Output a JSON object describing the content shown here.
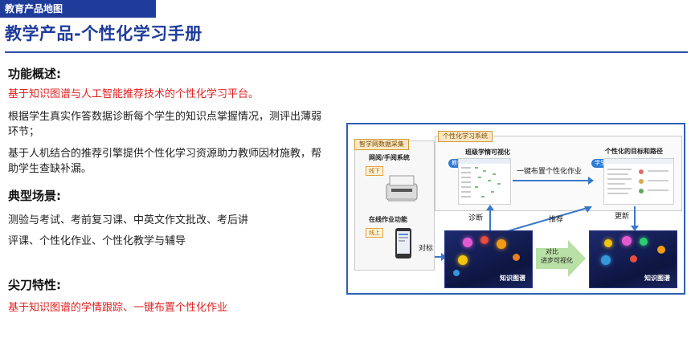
{
  "header": {
    "banner": "教育产品地图",
    "title": "教学产品-个性化学习手册"
  },
  "overview": {
    "heading": "功能概述:",
    "line1": "基于知识图谱与人工智能推荐技术的个性化学习平台。",
    "line2": "根据学生真实作答数据诊断每个学生的知识点掌握情况，测评出薄弱环节；",
    "line3": "基于人机结合的推荐引擎提供个性化学习资源助力教师因材施教，帮助学生查缺补漏。"
  },
  "scenes": {
    "heading": "典型场景:",
    "line1": "测验与考试、考前复习课、中英文作文批改、考后讲",
    "line2": "评课、个性化作业、个性化教学与辅导"
  },
  "features": {
    "heading": "尖刀特性:",
    "line1": "基于知识图谱的学情跟踪、一键布置个性化作业"
  },
  "diagram": {
    "left_tab": "智学网数据采集",
    "online_system": "网阅/手阅系统",
    "offline_tag": "线下",
    "online_func": "在线作业功能",
    "online_tag": "线上",
    "right_tab": "个性化学习系统",
    "class_visual": "班级学情可视化",
    "teacher_tag": "教师",
    "one_click": "一键布置个性化作业",
    "personal_path": "个性化的目标和路径",
    "student_tag": "学生",
    "diagnose": "诊断",
    "recommend": "推荐",
    "update": "更新",
    "compare": "对标",
    "contrast_line1": "对比",
    "contrast_line2": "进步可视化",
    "logo_text": "知识图谱"
  },
  "colors": {
    "brand": "#1f3c9a",
    "highlight": "#e02020",
    "diagram_border": "#2f5fb3"
  }
}
